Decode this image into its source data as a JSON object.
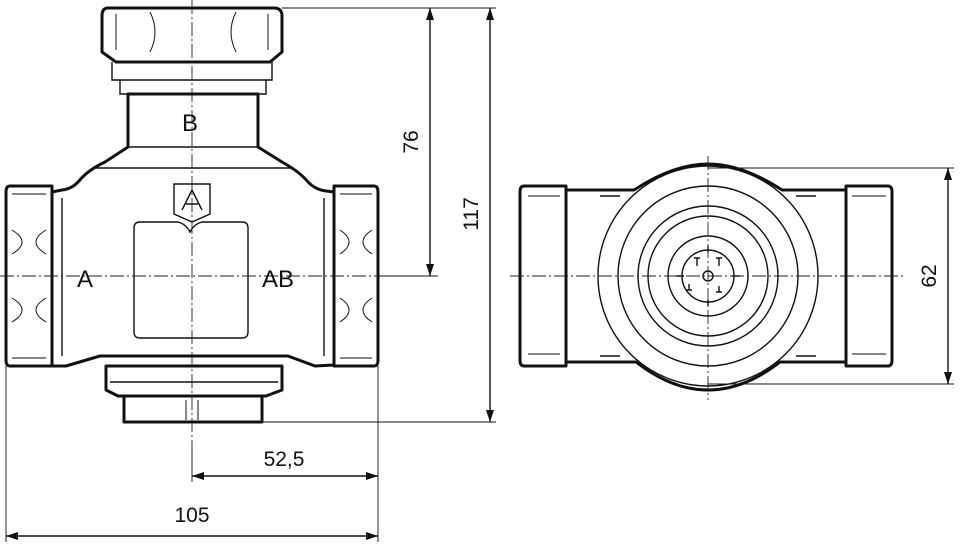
{
  "drawing": {
    "port_labels": {
      "top": "B",
      "left": "A",
      "right": "AB"
    },
    "dimensions": {
      "width_half": "52,5",
      "width_total": "105",
      "height_upper": "76",
      "height_total": "117",
      "side_height": "62"
    }
  }
}
